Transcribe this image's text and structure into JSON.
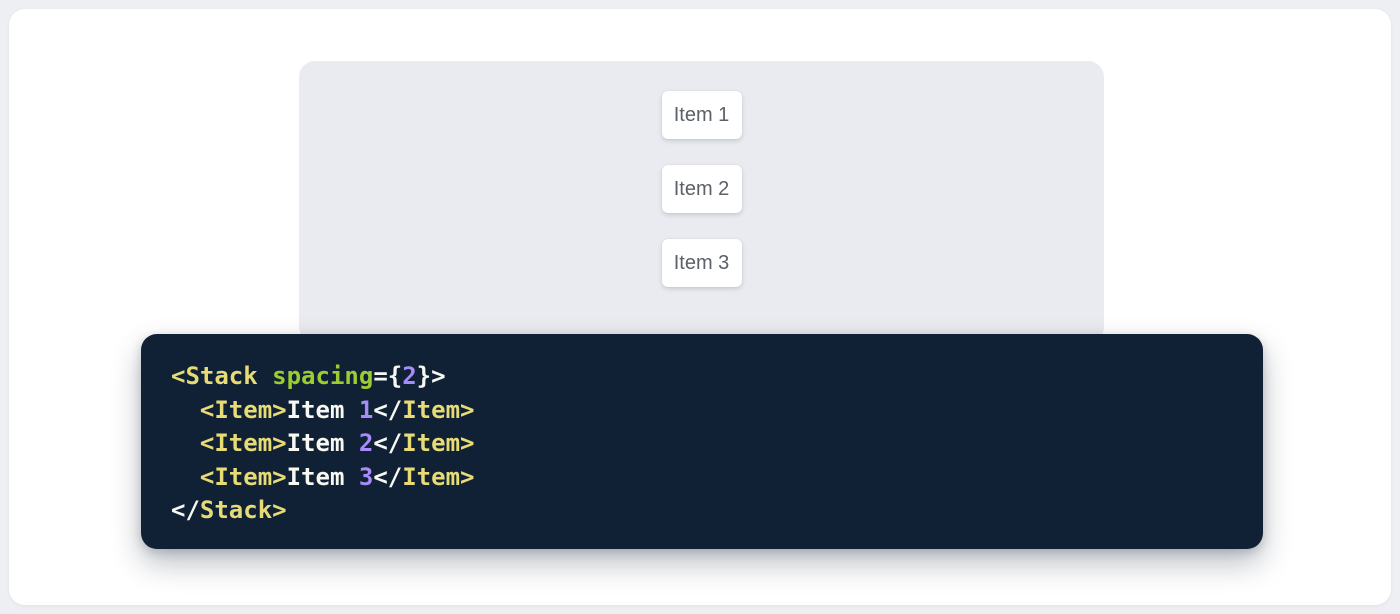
{
  "page": {
    "backdrop_color": "#edeff2",
    "card_color": "#ffffff"
  },
  "demo": {
    "panel_color": "#e9ebf0",
    "item_text_color": "#5b6167",
    "items": [
      {
        "label": "Item 1"
      },
      {
        "label": "Item 2"
      },
      {
        "label": "Item 3"
      }
    ]
  },
  "code": {
    "background": "#102136",
    "colors": {
      "plain": "#f8f8f2",
      "tag": "#e6db74",
      "attr": "#9acd32",
      "value": "#a78bfa"
    },
    "source": "<Stack spacing={2}>\n  <Item>Item 1</Item>\n  <Item>Item 2</Item>\n  <Item>Item 3</Item>\n</Stack>",
    "lines": [
      {
        "tokens": [
          {
            "text": "<Stack",
            "color": "tag"
          },
          {
            "text": " ",
            "color": "plain"
          },
          {
            "text": "spacing",
            "color": "attr"
          },
          {
            "text": "={",
            "color": "plain"
          },
          {
            "text": "2",
            "color": "value"
          },
          {
            "text": "}>",
            "color": "plain"
          }
        ]
      },
      {
        "tokens": [
          {
            "text": "  ",
            "color": "plain"
          },
          {
            "text": "<Item>",
            "color": "tag"
          },
          {
            "text": "Item ",
            "color": "plain"
          },
          {
            "text": "1",
            "color": "value"
          },
          {
            "text": "</",
            "color": "plain"
          },
          {
            "text": "Item>",
            "color": "tag"
          }
        ]
      },
      {
        "tokens": [
          {
            "text": "  ",
            "color": "plain"
          },
          {
            "text": "<Item>",
            "color": "tag"
          },
          {
            "text": "Item ",
            "color": "plain"
          },
          {
            "text": "2",
            "color": "value"
          },
          {
            "text": "</",
            "color": "plain"
          },
          {
            "text": "Item>",
            "color": "tag"
          }
        ]
      },
      {
        "tokens": [
          {
            "text": "  ",
            "color": "plain"
          },
          {
            "text": "<Item>",
            "color": "tag"
          },
          {
            "text": "Item ",
            "color": "plain"
          },
          {
            "text": "3",
            "color": "value"
          },
          {
            "text": "</",
            "color": "plain"
          },
          {
            "text": "Item>",
            "color": "tag"
          }
        ]
      },
      {
        "tokens": [
          {
            "text": "</",
            "color": "plain"
          },
          {
            "text": "Stack>",
            "color": "tag"
          }
        ]
      }
    ]
  }
}
